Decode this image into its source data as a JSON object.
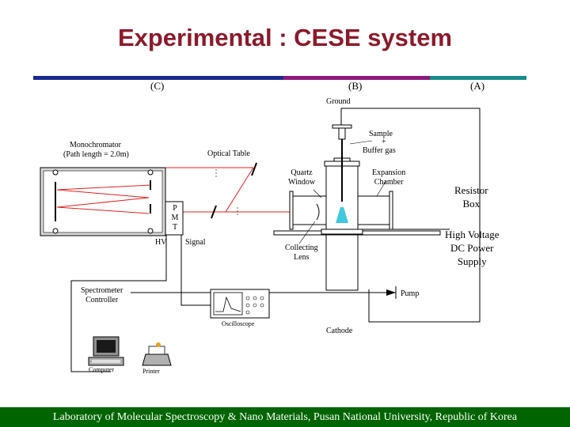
{
  "title": "Experimental : CESE system",
  "sections": {
    "c": "(C)",
    "b": "(B)",
    "a": "(A)"
  },
  "colors": {
    "bar_blue": "#1a2a8c",
    "bar_purple": "#8b1a7c",
    "bar_teal": "#1a8a8a",
    "laser": "#e02020",
    "footer_bg": "#006400",
    "title": "#8b1a2b"
  },
  "labels": {
    "ground": "Ground",
    "sample": "Sample",
    "plus": "+",
    "buffer_gas": "Buffer gas",
    "monochromator": [
      "Monochromator",
      "(Path length = 2.0m)"
    ],
    "optical_table": "Optical Table",
    "quartz_window": [
      "Quartz",
      "Window"
    ],
    "expansion_chamber": [
      "Expansion",
      "Chamber"
    ],
    "resistor_box": [
      "Resistor",
      "Box"
    ],
    "pmt": [
      "P",
      "M",
      "T"
    ],
    "hv": "HV",
    "signal": "Signal",
    "collecting_lens": [
      "Collecting",
      "Lens"
    ],
    "hv_supply": [
      "High Voltage",
      "DC Power",
      "Supply"
    ],
    "spectrometer_controller": [
      "Spectrometer",
      "Controller"
    ],
    "pump": "Pump",
    "oscilloscope": "Oscilloscope",
    "cathode": "Cathode",
    "computer": "Computer",
    "printer": "Printer"
  },
  "footer": "Laboratory of Molecular Spectroscopy & Nano Materials, Pusan National University, Republic of Korea"
}
